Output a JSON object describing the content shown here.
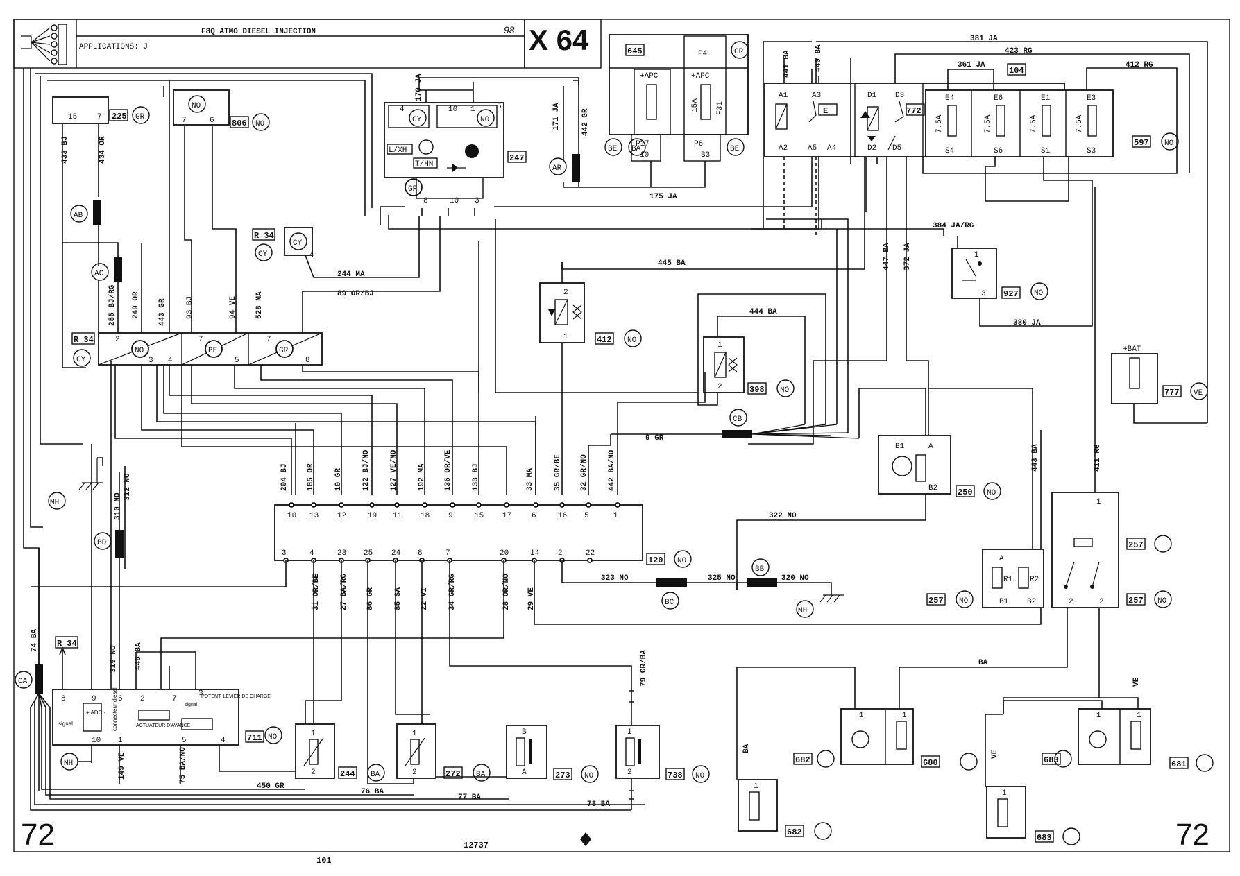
{
  "header": {
    "title": "F8Q ATMO DIESEL INJECTION",
    "applications": "APPLICATIONS:  J",
    "year": "98",
    "model": "X 64"
  },
  "footer": {
    "page_left": "72",
    "page_right": "72",
    "doc_number": "12737",
    "page_bottom": "101"
  },
  "components": [
    {
      "num": "225",
      "color": "GR",
      "pins": [
        "15",
        "7"
      ]
    },
    {
      "num": "806",
      "color": "NO",
      "inner": "NO",
      "pins": [
        "7",
        "6"
      ]
    },
    {
      "num": "247",
      "pins": [
        "4",
        "10",
        "1",
        "5",
        "8",
        "10",
        "3"
      ],
      "inner": [
        "CY",
        "NO",
        "GR"
      ],
      "text": [
        "L/XH",
        "T/HN"
      ]
    },
    {
      "num": "645",
      "fuse": "+APC",
      "color": "BE",
      "sub": "BA",
      "pins": [
        "P17",
        "10"
      ]
    },
    {
      "num": "P4",
      "fuse": "+APC",
      "color": "GR",
      "rating": "15A",
      "fuse_id": "F31",
      "sub": "BE",
      "pins": [
        "P6",
        "B3"
      ]
    },
    {
      "num": "772",
      "pins": [
        "A1",
        "A3",
        "A2",
        "A5",
        "A4",
        "D1",
        "D3",
        "D2",
        "D5"
      ],
      "contact": "E"
    },
    {
      "num": "597",
      "color": "NO",
      "fuses": [
        "E4",
        "E6",
        "E1",
        "E3"
      ],
      "ratings": [
        "7.5A",
        "7.5A",
        "7.5A",
        "7.5A"
      ],
      "outputs": [
        "S4",
        "S6",
        "S1",
        "S3"
      ]
    },
    {
      "num": "104"
    },
    {
      "num": "927",
      "color": "NO",
      "pins": [
        "1",
        "3"
      ]
    },
    {
      "num": "412",
      "color": "NO",
      "pins": [
        "2",
        "1"
      ]
    },
    {
      "num": "398",
      "color": "NO",
      "pins": [
        "1",
        "2"
      ]
    },
    {
      "num": "777",
      "color": "VE",
      "fuse": "+BAT"
    },
    {
      "num": "250",
      "color": "NO",
      "pins": [
        "B1",
        "A",
        "B2"
      ]
    },
    {
      "num": "120",
      "color": "NO"
    },
    {
      "num": "257",
      "color": "NO",
      "pins": [
        "A",
        "B1",
        "B2",
        "1",
        "2"
      ],
      "relays": [
        "R1",
        "R2"
      ]
    },
    {
      "num": "711",
      "color": "NO",
      "pins": [
        "8",
        "9",
        "6",
        "2",
        "7",
        "3",
        "10",
        "1",
        "5",
        "4"
      ],
      "labels": [
        "signal",
        "+ ADC -",
        "connecteur diesel",
        "ACTUATEUR D'AVANCE",
        "signal",
        "POTENT. LEVIER DE CHARGE"
      ]
    },
    {
      "num": "244",
      "color": "BA",
      "pins": [
        "1",
        "2"
      ]
    },
    {
      "num": "272",
      "color": "BA",
      "pins": [
        "1",
        "2"
      ]
    },
    {
      "num": "273",
      "color": "NO",
      "pins": [
        "B",
        "A"
      ]
    },
    {
      "num": "738",
      "color": "NO",
      "pins": [
        "1",
        "2"
      ]
    },
    {
      "num": "682",
      "pins": [
        "1"
      ]
    },
    {
      "num": "680",
      "pins": [
        "1",
        "1"
      ]
    },
    {
      "num": "683",
      "pins": [
        "1"
      ]
    },
    {
      "num": "681",
      "pins": [
        "1",
        "1"
      ]
    }
  ],
  "connectors": {
    "R34_block": {
      "ref": "R 34",
      "color": "CY",
      "sections": [
        {
          "color": "NO",
          "pins": [
            "2",
            "3",
            "4"
          ]
        },
        {
          "color": "BE",
          "pins": [
            "7",
            "5"
          ]
        },
        {
          "color": "GR",
          "pins": [
            "7",
            "8"
          ]
        }
      ]
    },
    "R34_top": {
      "ref": "R 34",
      "color": "CY",
      "pin": "4"
    },
    "R34_low": {
      "ref": "R 34"
    },
    "ECU_120": {
      "top_pins": [
        "10",
        "13",
        "12",
        "19",
        "11",
        "18",
        "9",
        "15",
        "17",
        "6",
        "16",
        "5",
        "1"
      ],
      "bottom_pins": [
        "3",
        "4",
        "23",
        "25",
        "24",
        "8",
        "7",
        "20",
        "14",
        "2",
        "22"
      ]
    },
    "grounds": [
      "MH",
      "MH",
      "MH"
    ],
    "shunts": [
      "AB",
      "AC",
      "AR",
      "BD",
      "BC",
      "BB",
      "CB",
      "CA"
    ]
  },
  "wires": [
    "433 BJ",
    "434 OR",
    "255 BJ/RG",
    "249 OR",
    "443 GR",
    "93 BJ",
    "94 VE",
    "528 MA",
    "244 MA",
    "89 OR/BJ",
    "170 JA",
    "171 JA",
    "442 GR",
    "175 JA",
    "441 BA",
    "440 BA",
    "381 JA",
    "423 RG",
    "361 JA",
    "412 RG",
    "384 JA/RG",
    "445 BA",
    "447 BA",
    "372 JA",
    "444 BA",
    "380 JA",
    "9 GR",
    "204 BJ",
    "185 OR",
    "10 GR",
    "122 BJ/NO",
    "127 VE/NO",
    "192 MA",
    "136 OR/VE",
    "133 BJ",
    "33 MA",
    "35 GR/BE",
    "32 GR/NO",
    "442 BA/NO",
    "310 NO",
    "312 NO",
    "322 NO",
    "323 NO",
    "325 NO",
    "320 NO",
    "443 BA",
    "411 RG",
    "31 OR/BE",
    "27 BA/RG",
    "86 GR",
    "85 SA",
    "22 VI",
    "34 GR/RG",
    "28 OR/NO",
    "29 VE",
    "74 BA",
    "319 NO",
    "446 BA",
    "149 VE",
    "75 BA/NO",
    "450 GR",
    "76 BA",
    "77 BA",
    "78 BA",
    "79 GR/BA",
    "BA",
    "VE",
    "BA",
    "VE"
  ]
}
